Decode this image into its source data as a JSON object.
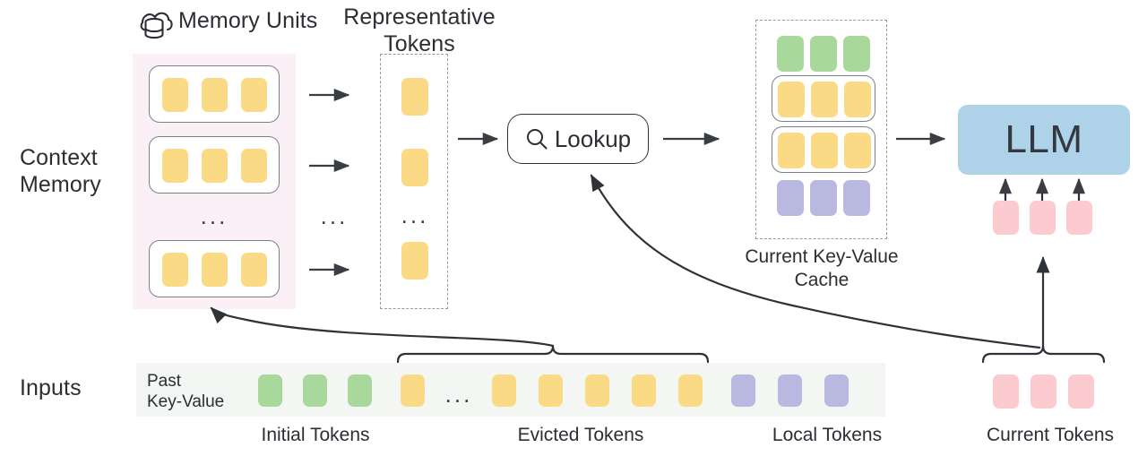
{
  "diagram": {
    "title": "Context Memory LLM KV-cache lookup architecture",
    "row_labels": {
      "context_memory": "Context\nMemory",
      "context_memory_line1": "Context",
      "context_memory_line2": "Memory",
      "inputs": "Inputs"
    },
    "memory_units": {
      "label": "Memory Units",
      "icon": "cloud-database-icon",
      "unit_count_shown": 3,
      "tokens_per_unit": 3,
      "token_color": "#fbda85",
      "ellipsis": "...",
      "panel_color": "#faf0f5"
    },
    "representative_tokens": {
      "label_line1": "Representative",
      "label_line2": "Tokens",
      "token_count_shown": 3,
      "token_color": "#fbda85",
      "ellipsis": "...",
      "border_style": "dashed"
    },
    "arrows_ellipsis": "...",
    "lookup": {
      "label": "Lookup",
      "icon": "magnifier-icon"
    },
    "kv_cache": {
      "label_line1": "Current Key-Value",
      "label_line2": "Cache",
      "rows": [
        {
          "name": "initial",
          "color": "#a8d89b",
          "count": 3,
          "boxed": false
        },
        {
          "name": "retrieved-a",
          "color": "#fbda85",
          "count": 3,
          "boxed": true
        },
        {
          "name": "retrieved-b",
          "color": "#fbda85",
          "count": 3,
          "boxed": true
        },
        {
          "name": "local",
          "color": "#b8b8e1",
          "count": 3,
          "boxed": false
        }
      ],
      "border_style": "dashed"
    },
    "llm": {
      "label": "LLM",
      "color": "#aed2e8",
      "input_arrows": 3
    },
    "llm_inputs": {
      "count": 3,
      "color": "#fbcbd0"
    },
    "inputs_strip": {
      "past_kv_label_line1": "Past",
      "past_kv_label_line2": "Key-Value",
      "background": "#f4f6f4",
      "tokens": [
        {
          "color": "#a8d89b",
          "group": "initial"
        },
        {
          "color": "#a8d89b",
          "group": "initial"
        },
        {
          "color": "#a8d89b",
          "group": "initial"
        },
        {
          "color": "#fbda85",
          "group": "evicted"
        },
        {
          "color": "#fbda85",
          "group": "evicted"
        },
        {
          "color": "#fbda85",
          "group": "evicted"
        },
        {
          "color": "#fbda85",
          "group": "evicted"
        },
        {
          "color": "#fbda85",
          "group": "evicted"
        },
        {
          "color": "#fbda85",
          "group": "evicted"
        },
        {
          "color": "#b8b8e1",
          "group": "local"
        },
        {
          "color": "#b8b8e1",
          "group": "local"
        },
        {
          "color": "#b8b8e1",
          "group": "local"
        }
      ],
      "evicted_ellipsis": "..."
    },
    "group_labels": {
      "initial": "Initial Tokens",
      "evicted": "Evicted Tokens",
      "local": "Local Tokens",
      "current": "Current Tokens"
    },
    "current_tokens": {
      "count": 3,
      "color": "#fbcbd0"
    },
    "colors": {
      "yellow": "#fbda85",
      "green": "#a8d89b",
      "purple": "#b8b8e1",
      "pink": "#fbcbd0",
      "blue": "#aed2e8",
      "memory_panel": "#faf0f5",
      "input_strip": "#f4f6f4",
      "stroke": "#2f3237",
      "dashed_stroke": "#9a9a9a"
    }
  }
}
